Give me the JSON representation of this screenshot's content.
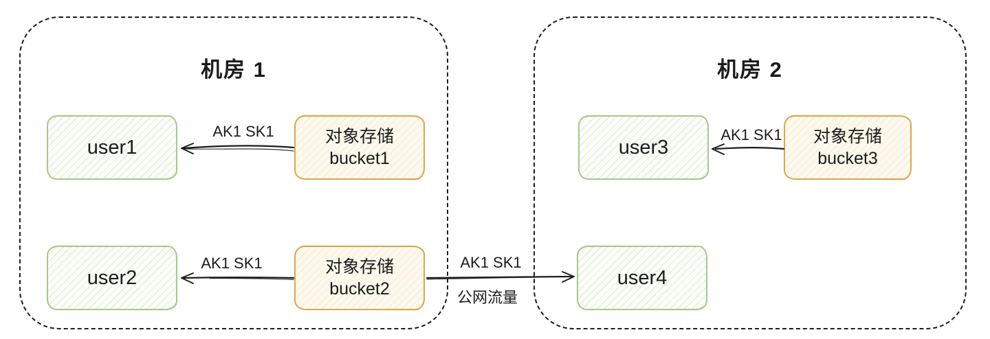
{
  "rooms": [
    {
      "title": "机房 1"
    },
    {
      "title": "机房 2"
    }
  ],
  "nodes": [
    {
      "id": "user1",
      "type": "user",
      "room": "机房 1",
      "label": "user1"
    },
    {
      "id": "bucket1",
      "type": "bucket",
      "room": "机房 1",
      "lines": [
        "对象存储",
        "bucket1"
      ]
    },
    {
      "id": "user2",
      "type": "user",
      "room": "机房 1",
      "label": "user2"
    },
    {
      "id": "bucket2",
      "type": "bucket",
      "room": "机房 1",
      "lines": [
        "对象存储",
        "bucket2"
      ]
    },
    {
      "id": "user3",
      "type": "user",
      "room": "机房 2",
      "label": "user3"
    },
    {
      "id": "bucket3",
      "type": "bucket",
      "room": "机房 2",
      "lines": [
        "对象存储",
        "bucket3"
      ]
    },
    {
      "id": "user4",
      "type": "user",
      "room": "机房 2",
      "label": "user4"
    }
  ],
  "edges": [
    {
      "from": "bucket1",
      "to": "user1",
      "label": "AK1 SK1"
    },
    {
      "from": "bucket2",
      "to": "user2",
      "label": "AK1 SK1"
    },
    {
      "from": "bucket3",
      "to": "user3",
      "label": "AK1 SK1"
    },
    {
      "from": "bucket2",
      "to": "user4",
      "label_top": "AK1 SK1",
      "label_bottom": "公网流量"
    }
  ],
  "colors": {
    "user_border": "#a6c98b",
    "user_fill": "#fbfdf8",
    "bucket_border": "#dca846",
    "bucket_fill": "#fdf9ef",
    "line": "#1c1c1c",
    "text": "#1b1b1b",
    "background": "#ffffff"
  }
}
